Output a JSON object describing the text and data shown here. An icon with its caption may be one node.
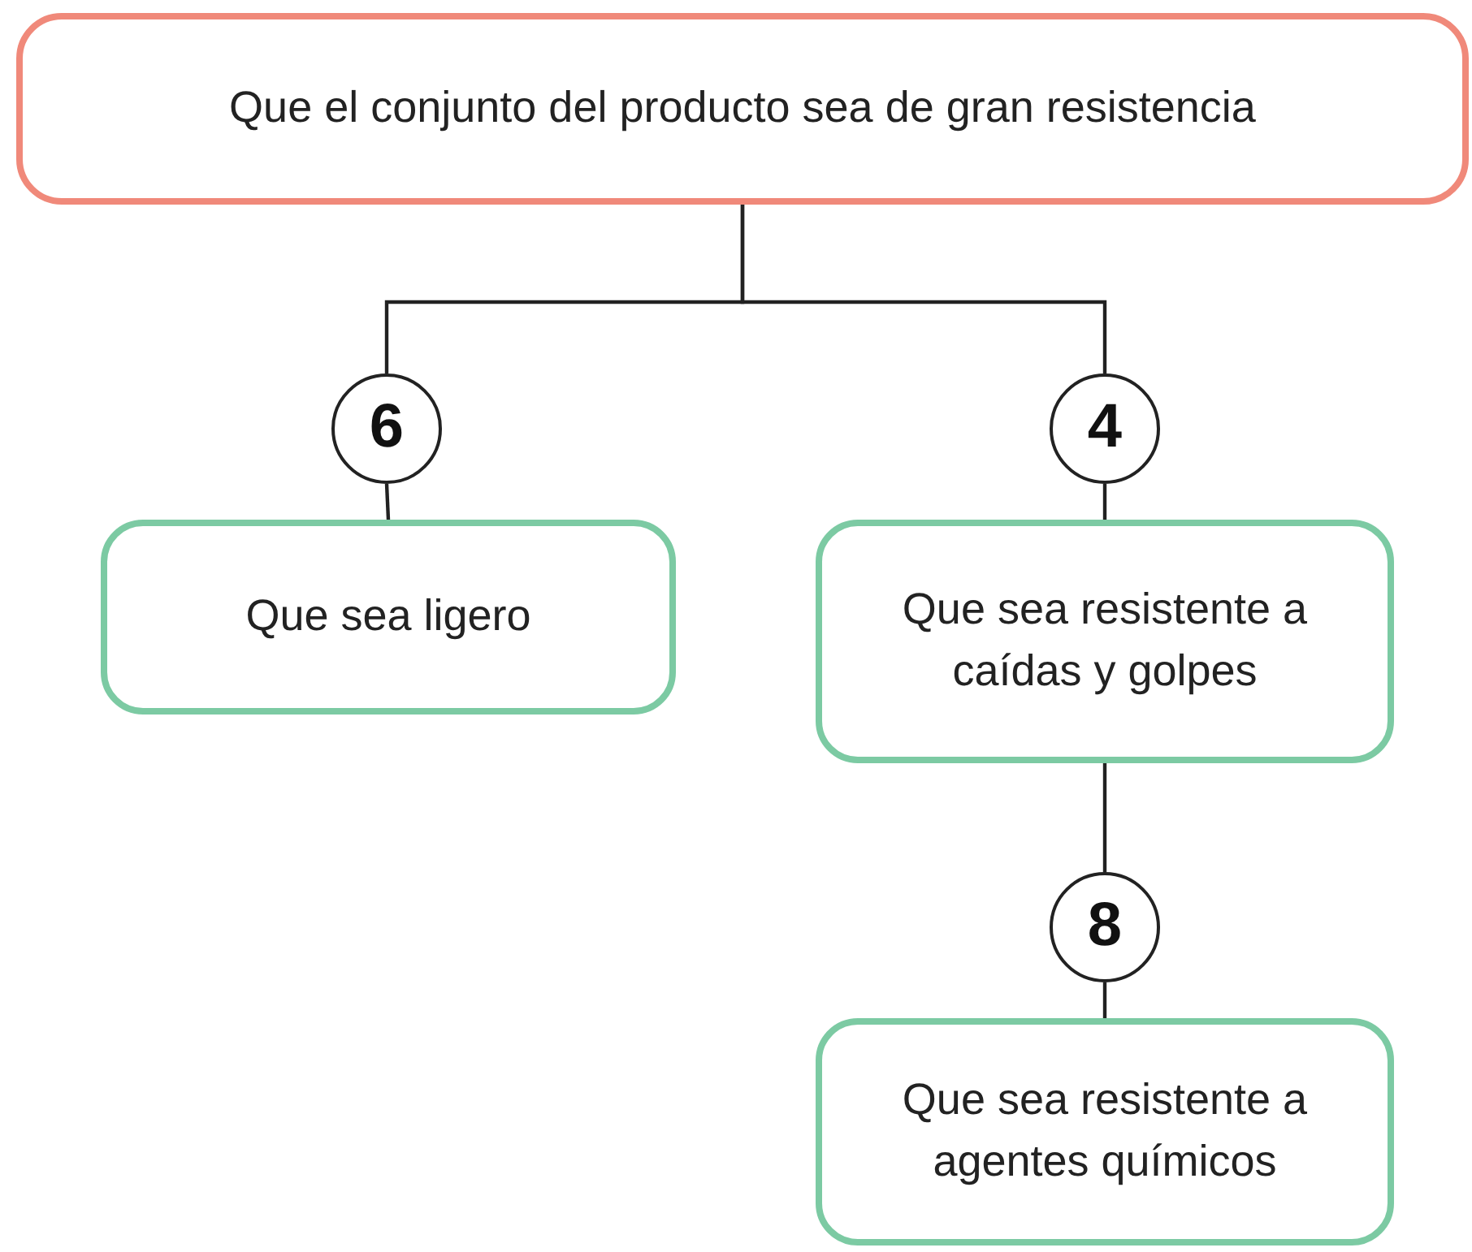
{
  "diagram": {
    "nodes": [
      {
        "text": [
          "Que el conjunto del producto sea de gran resistencia"
        ]
      },
      {
        "text": [
          "Que sea ligero"
        ]
      },
      {
        "text": [
          "Que sea resistente a caídas y golpes"
        ]
      },
      {
        "text": [
          "Que sea resistente a agentes químicos"
        ]
      },
      {
        "text": [
          "6"
        ]
      },
      {
        "text": [
          "4"
        ]
      },
      {
        "text": [
          "8"
        ]
      }
    ],
    "edges": [
      {
        "from": 0,
        "to": 4,
        "arrow": "none"
      },
      {
        "from": 4,
        "to": 1,
        "arrow": "none"
      },
      {
        "from": 0,
        "to": 5,
        "arrow": "none"
      },
      {
        "from": 5,
        "to": 2,
        "arrow": "none"
      },
      {
        "from": 2,
        "to": 6,
        "arrow": "none"
      },
      {
        "from": 6,
        "to": 3,
        "arrow": "none"
      }
    ]
  }
}
